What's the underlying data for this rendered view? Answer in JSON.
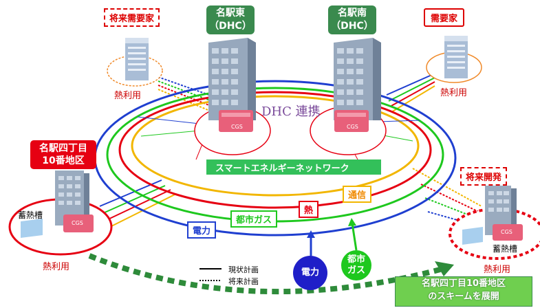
{
  "buildings": {
    "east": {
      "line1": "名駅東",
      "line2": "（DHC）"
    },
    "south": {
      "line1": "名駅南",
      "line2": "（DHC）"
    },
    "future_demand": "将来需要家",
    "demand": "需要家",
    "block10": {
      "line1": "名駅四丁目",
      "line2": "10番地区"
    },
    "future_dev": "将来開発"
  },
  "heat_use": "熱利用",
  "dhc_link": "DHC 連携",
  "smart_network": "スマートエネルギーネットワーク",
  "cgs": "CGS",
  "storage": "蓄熱槽",
  "rings": {
    "power": "電力",
    "gas": "都市ガス",
    "heat": "熱",
    "comm": "通信"
  },
  "sources": {
    "power": "電力",
    "gas_line1": "都市",
    "gas_line2": "ガス"
  },
  "legend": {
    "current": "現状計画",
    "future": "将来計画"
  },
  "scheme": {
    "line1": "名駅四丁目10番地区",
    "line2": "のスキームを展開"
  },
  "colors": {
    "power": "#1f3fd0",
    "gas": "#1ec81e",
    "heat": "#e60012",
    "comm": "#f2b600",
    "green_tag": "#3a8a4e",
    "scheme_bg": "#6fcf4f"
  }
}
